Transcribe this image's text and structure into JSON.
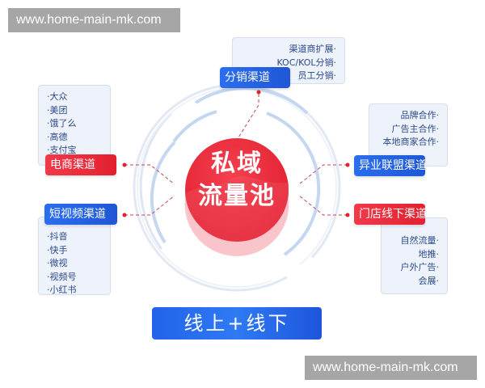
{
  "watermarks": {
    "top": "www.home-main-mk.com",
    "bottom": "www.home-main-mk.com"
  },
  "center": {
    "line1": "私域",
    "line2": "流量池",
    "color": "#e8283a"
  },
  "channels": {
    "distribution": {
      "label": "分销渠道",
      "items": [
        "渠道商扩展·",
        "KOC/KOL分销·",
        "员工分销·"
      ]
    },
    "ecommerce": {
      "label": "电商渠道",
      "items": [
        "·大众",
        "·美团",
        "·饿了么",
        "·高德",
        "·支付宝"
      ]
    },
    "short_video": {
      "label": "短视频渠道",
      "items": [
        "·抖音",
        "·快手",
        "·微视",
        "·视频号",
        "·小红书"
      ]
    },
    "alliance": {
      "label": "异业联盟渠道",
      "items": [
        "品牌合作·",
        "广告主合作·",
        "本地商家合作·"
      ]
    },
    "offline_store": {
      "label": "门店线下渠道",
      "items": [
        "自然流量·",
        "地推·",
        "户外广告·",
        "会展·"
      ]
    }
  },
  "bottom_label": "线上+线下",
  "colors": {
    "blue": "#2366ea",
    "red": "#e8283a",
    "card_bg": "#eef2fb",
    "card_text": "#2b4a8b"
  }
}
